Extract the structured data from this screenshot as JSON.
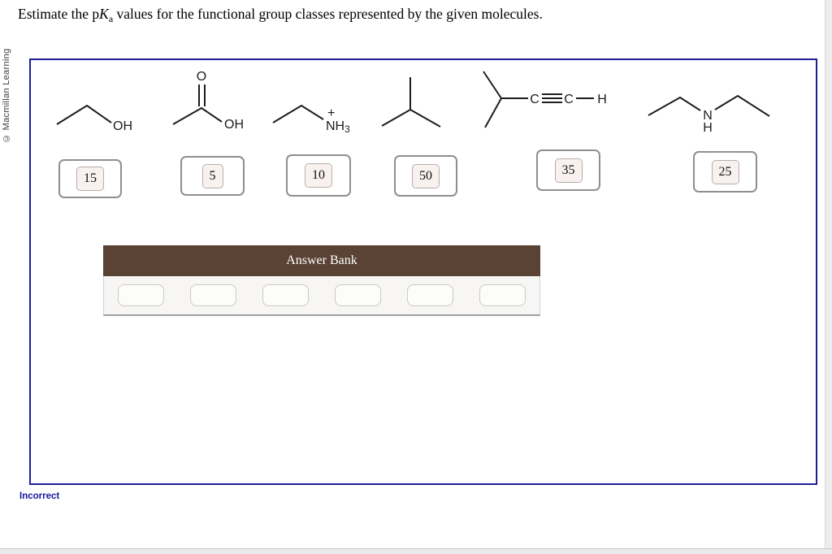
{
  "watermark": "© Macmillan Learning",
  "title": {
    "prefix": "Estimate the p",
    "k_italic": "K",
    "a_sub": "a",
    "suffix": " values for the functional group classes represented by the given molecules."
  },
  "colors": {
    "frame_border": "#1e1e96",
    "answer_bank_header": "#5a4334",
    "status_text": "#18159e",
    "chip_bg": "#f8f1ef"
  },
  "molecules": [
    {
      "name": "ethanol",
      "labels": {
        "oh": "OH"
      },
      "pka_value": "15"
    },
    {
      "name": "acetic-acid",
      "labels": {
        "o": "O",
        "oh": "OH"
      },
      "pka_value": "5"
    },
    {
      "name": "ethylammonium",
      "labels": {
        "plus": "+",
        "nh": "NH",
        "sub3": "3"
      },
      "pka_value": "10"
    },
    {
      "name": "isobutane",
      "labels": {},
      "pka_value": "50"
    },
    {
      "name": "isopropylacetylene",
      "labels": {
        "c1": "C",
        "c2": "C",
        "h": "H"
      },
      "pka_value": "35"
    },
    {
      "name": "diethylamine",
      "labels": {
        "n": "N",
        "h": "H"
      },
      "pka_value": "25"
    }
  ],
  "answer_bank": {
    "title": "Answer Bank",
    "slot_count": 6
  },
  "status": "Incorrect"
}
